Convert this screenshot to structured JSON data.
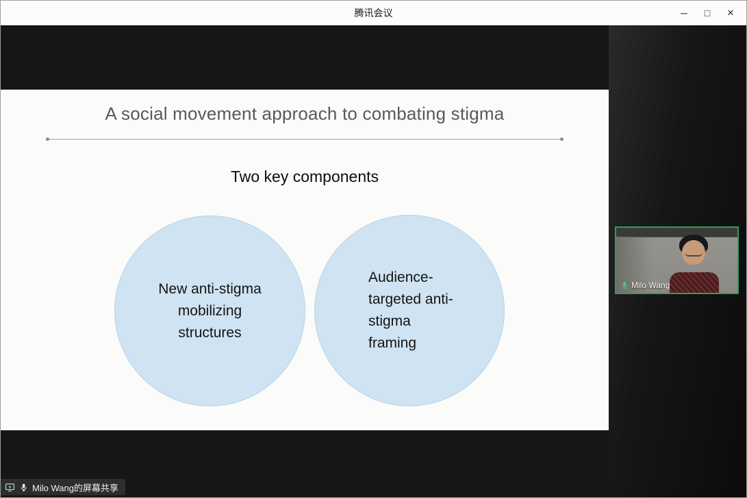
{
  "window": {
    "title": "腾讯会议",
    "controls": {
      "minimize_icon": "─",
      "maximize_icon": "□",
      "close_icon": "×"
    }
  },
  "slide": {
    "title": "A social movement approach to combating stigma",
    "subtitle": "Two key components",
    "circles": [
      {
        "label": "New anti-stigma mobilizing structures"
      },
      {
        "label": "Audience-targeted anti-stigma framing"
      }
    ],
    "colors": {
      "circle_fill": "#cfe3f2",
      "circle_border": "#b7d4e9",
      "title_color": "#595959"
    }
  },
  "sidebar": {
    "participant": {
      "name": "Milo Wang",
      "mic_status": "on"
    }
  },
  "share_banner": {
    "text": "Milo Wang的屏幕共享"
  },
  "colors": {
    "accent_green": "#2f9e63",
    "mic_green": "#3ddc84",
    "stage_background": "#161616"
  }
}
